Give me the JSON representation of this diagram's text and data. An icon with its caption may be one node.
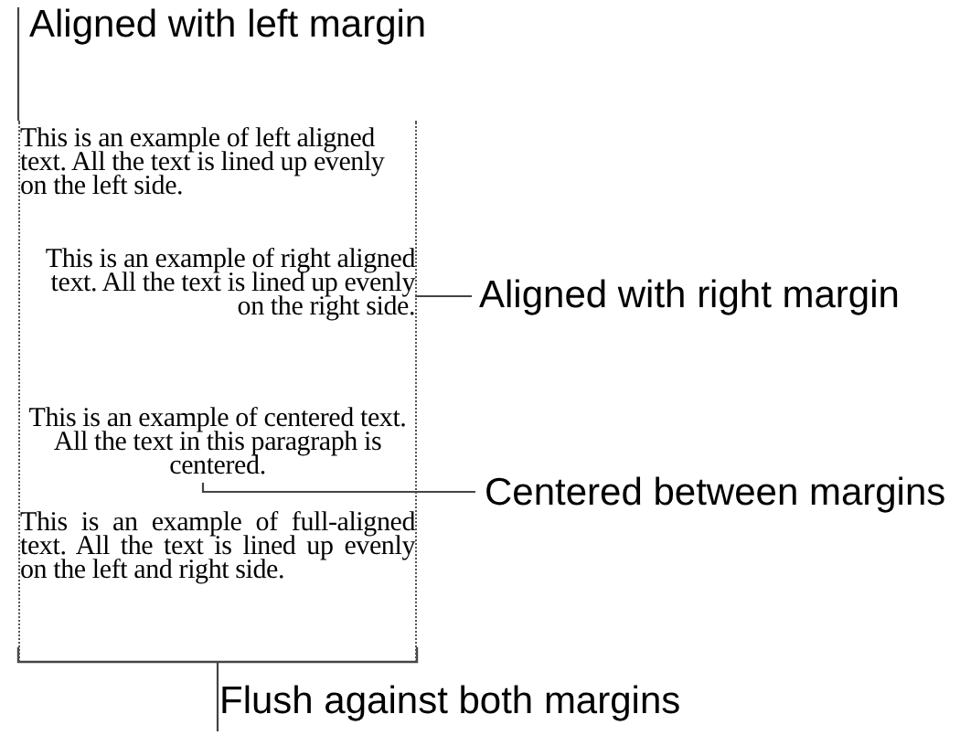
{
  "diagram": {
    "nodes": [
      {
        "text": [],
        "shape": "box"
      },
      {
        "text": [
          "This is an example of left aligned text. All the text is lined up evenly on the left side."
        ],
        "in": 0
      },
      {
        "text": [
          "This is an example of right aligned text. All the text is lined up evenly on the right side."
        ],
        "in": 0
      },
      {
        "text": [
          "This is an example of centered text. All the text in this paragraph is centered."
        ],
        "in": 0
      },
      {
        "text": [
          "This is an example of full-aligned text. All the text is lined up evenly on the left and right side."
        ],
        "in": 0
      },
      {
        "text": [
          "Aligned with left margin"
        ]
      },
      {
        "text": [
          "Aligned with right margin"
        ]
      },
      {
        "text": [
          "Centered between margins"
        ]
      },
      {
        "text": [
          "Flush against both margins"
        ]
      }
    ],
    "edges": [
      {
        "from": 5,
        "to": 0,
        "arrow": "none"
      },
      {
        "from": 6,
        "to": 2,
        "arrow": "none"
      },
      {
        "from": 7,
        "to": 3,
        "arrow": "none"
      },
      {
        "from": 8,
        "to": 0,
        "arrow": "none"
      }
    ]
  }
}
